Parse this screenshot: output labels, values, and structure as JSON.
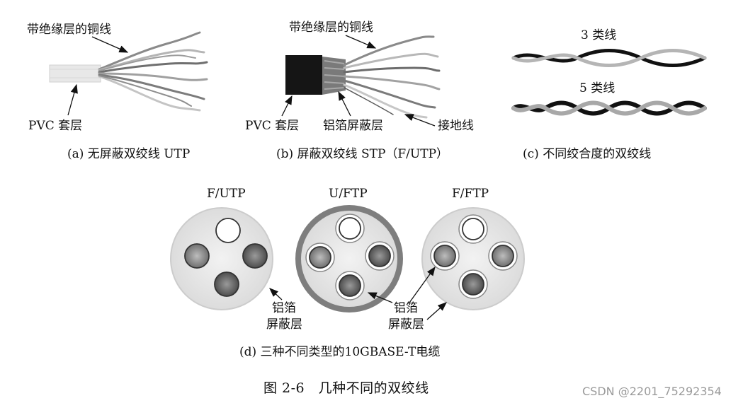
{
  "panel_a": {
    "label_top": "带绝缘层的铜线",
    "label_bottom": "PVC 套层",
    "caption": "(a) 无屏蔽双绞线 UTP"
  },
  "panel_b": {
    "label_top": "带绝缘层的铜线",
    "label_pvc": "PVC 套层",
    "label_foil": "铝箔屏蔽层",
    "label_ground": "接地线",
    "caption": "(b) 屏蔽双绞线 STP（F/UTP）"
  },
  "panel_c": {
    "label_cat3": "3 类线",
    "label_cat5": "5 类线",
    "caption": "(c) 不同绞合度的双绞线"
  },
  "panel_d": {
    "cable1_title": "F/UTP",
    "cable2_title": "U/FTP",
    "cable3_title": "F/FTP",
    "foil_label_1a": "铝箔",
    "foil_label_1b": "屏蔽层",
    "foil_label_2a": "铝箔",
    "foil_label_2b": "屏蔽层",
    "caption": "(d) 三种不同类型的10GBASE-T电缆"
  },
  "figure_caption": "图 2-6　几种不同的双绞线",
  "watermark": "CSDN @2201_75292354"
}
